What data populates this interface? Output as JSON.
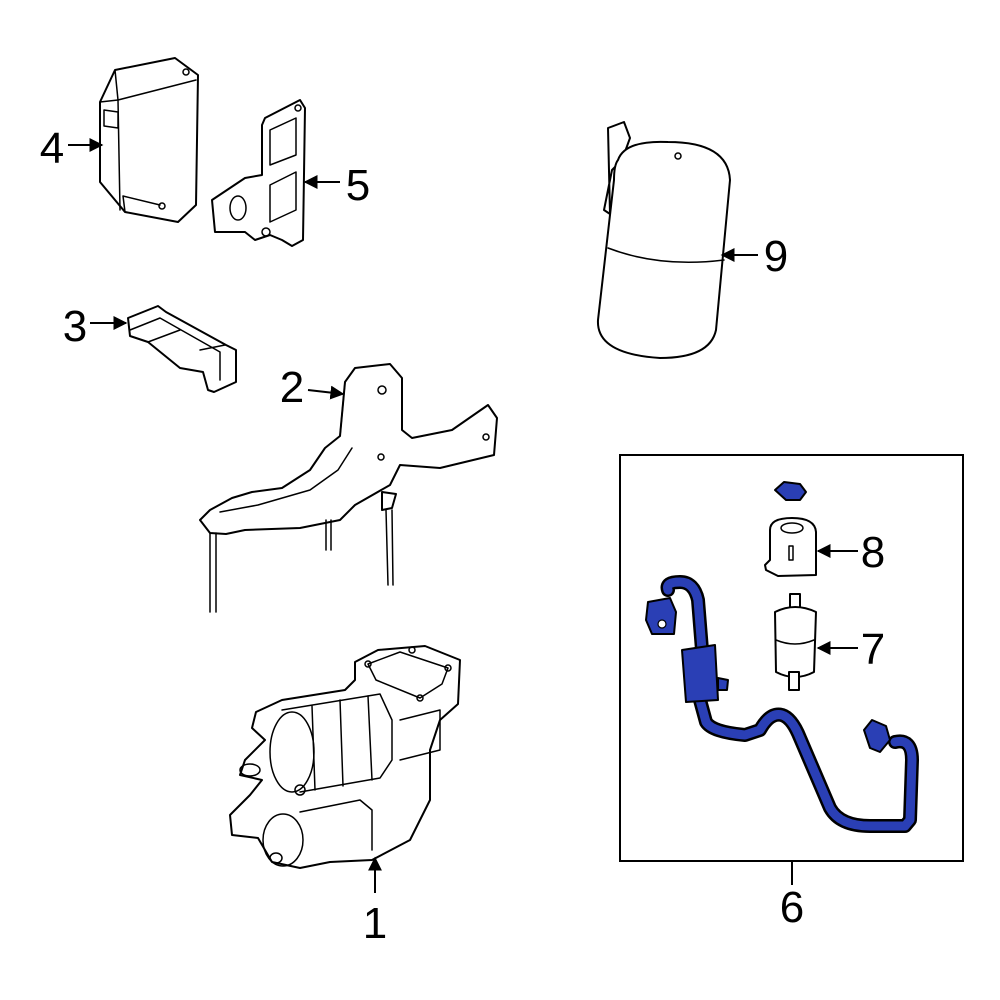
{
  "callouts": {
    "c1": "1",
    "c2": "2",
    "c3": "3",
    "c4": "4",
    "c5": "5",
    "c6": "6",
    "c7": "7",
    "c8": "8",
    "c9": "9"
  },
  "colors": {
    "highlight": "#2a3fb5",
    "line": "#000000",
    "background": "#ffffff"
  }
}
